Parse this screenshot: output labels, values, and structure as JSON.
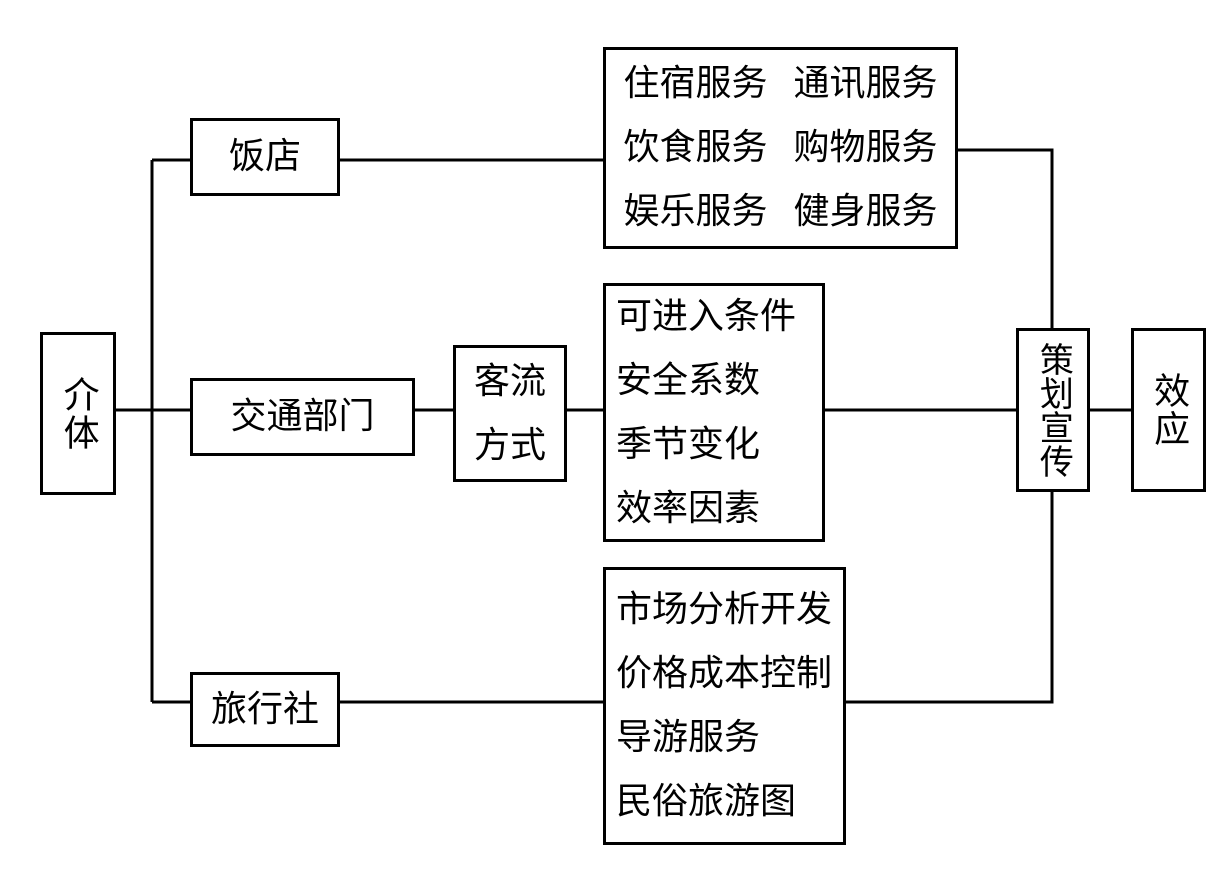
{
  "nodes": {
    "medium": "介体",
    "hotel": "饭店",
    "transport": "交通部门",
    "flow_mode": [
      "客流",
      "方式"
    ],
    "agency": "旅行社",
    "planning": "策划宣传",
    "effect": "效应"
  },
  "hotel_services": [
    "住宿服务",
    "通讯服务",
    "饮食服务",
    "购物服务",
    "娱乐服务",
    "健身服务"
  ],
  "transport_factors": [
    "可进入条件",
    "安全系数",
    "季节变化",
    "效率因素"
  ],
  "agency_items": [
    "市场分析开发",
    "价格成本控制",
    "导游服务",
    "民俗旅游图"
  ]
}
